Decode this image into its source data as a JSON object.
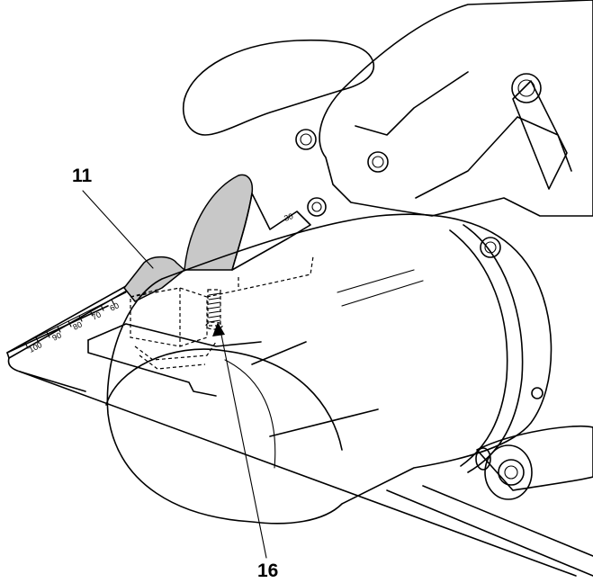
{
  "callouts": {
    "c11": "11",
    "c16": "16"
  },
  "scale": {
    "marks": [
      "100",
      "90",
      "80",
      "70",
      "60"
    ],
    "guard_mark": "30"
  },
  "colors": {
    "line": "#000000",
    "part_fill": "#c8c8c8",
    "background": "#ffffff"
  }
}
